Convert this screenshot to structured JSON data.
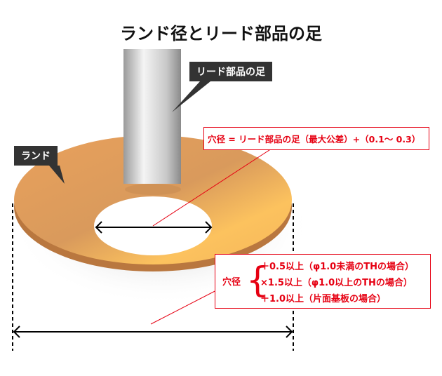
{
  "title": "ランド径とリード部品の足",
  "labels": {
    "lead": "リード部品の足",
    "land": "ランド"
  },
  "hole_formula": "穴径 = リード部品の足（最大公差）+（0.1〜 0.3）",
  "hole_rules": {
    "label": "穴径",
    "brace": "{",
    "rules": [
      "＋0.5以上（φ1.0未満のTHの場合）",
      "×1.5以上（φ1.0以上のTHの場合）",
      "＋1.0以上（片面基板の場合）"
    ]
  },
  "colors": {
    "land": "#f5b85a",
    "accent": "#e60012",
    "label_bg": "#333333"
  }
}
